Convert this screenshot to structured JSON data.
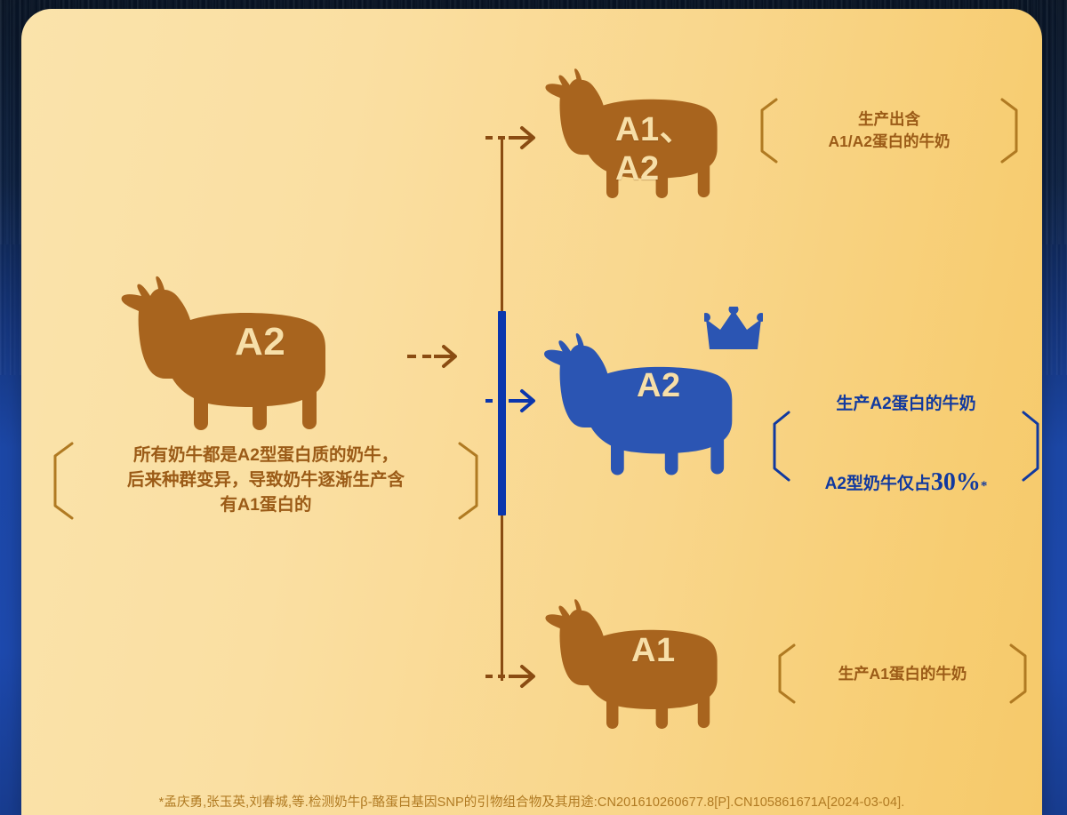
{
  "theme": {
    "card_gold_light": "#fae3ab",
    "card_gold_dark": "#f6c96a",
    "cow_brown": "#a8641e",
    "cow_blue": "#2b55b3",
    "line_brown": "#8a4c12",
    "line_blue": "#0b36ad",
    "text_brown": "#9b5b17",
    "text_blue": "#11399f",
    "label_cream": "#f7dfa8",
    "backdrop_navy": "#0d2142",
    "backdrop_blue": "#1d49ad"
  },
  "source_cow": {
    "label": "A2",
    "caption": "所有奶牛都是A2型蛋白质的奶牛，\n后来种群变异，导致奶牛逐渐生产含\n有A1蛋白的"
  },
  "branches": [
    {
      "id": "a1a2",
      "cow_label": "A1、A2",
      "cow_color": "brown",
      "crown": false,
      "caption": "生产出含\nA1/A2蛋白的牛奶",
      "caption_color": "brown"
    },
    {
      "id": "a2",
      "cow_label": "A2",
      "cow_color": "blue",
      "crown": true,
      "caption_line1": "生产A2蛋白的牛奶",
      "caption_line2_prefix": "A2型奶牛仅占",
      "caption_percent": "30%",
      "caption_footnote_mark": "*",
      "caption_color": "blue"
    },
    {
      "id": "a1",
      "cow_label": "A1",
      "cow_color": "brown",
      "crown": false,
      "caption": "生产A1蛋白的牛奶",
      "caption_color": "brown"
    }
  ],
  "footnote": "*孟庆勇,张玉英,刘春城,等.检测奶牛β-酪蛋白基因SNP的引物组合物及其用途:CN201610260677.8[P].CN105861671A[2024-03-04]."
}
